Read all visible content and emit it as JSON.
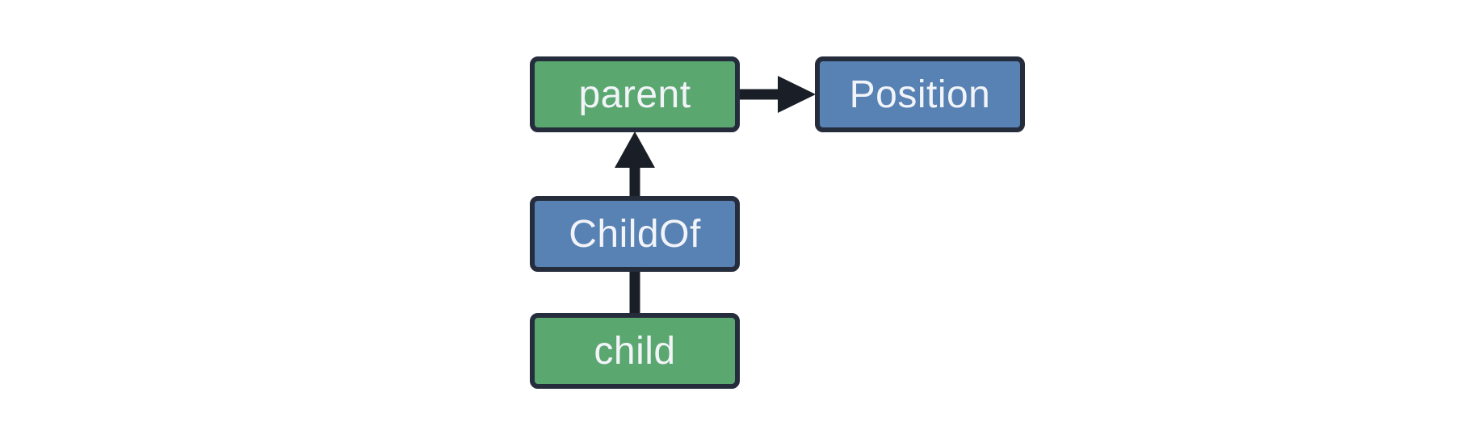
{
  "background": "#FFFFFF",
  "colors": {
    "green_fill": "#5BA770",
    "blue_fill": "#5882B3",
    "node_border": "#252C3B",
    "connector": "#1A1E26",
    "node_text": "#F2F4F9"
  },
  "diagram": {
    "nodes": [
      {
        "id": "parent",
        "label": "parent",
        "fill_role": "green"
      },
      {
        "id": "position",
        "label": "Position",
        "fill_role": "blue"
      },
      {
        "id": "childof",
        "label": "ChildOf",
        "fill_role": "blue"
      },
      {
        "id": "child",
        "label": "child",
        "fill_role": "green"
      }
    ],
    "edges": [
      {
        "from": "parent",
        "to": "position",
        "arrowhead": true,
        "direction": "right"
      },
      {
        "from": "childof",
        "to": "parent",
        "arrowhead": true,
        "direction": "up"
      },
      {
        "from": "child",
        "to": "childof",
        "arrowhead": false,
        "direction": "up"
      }
    ]
  }
}
